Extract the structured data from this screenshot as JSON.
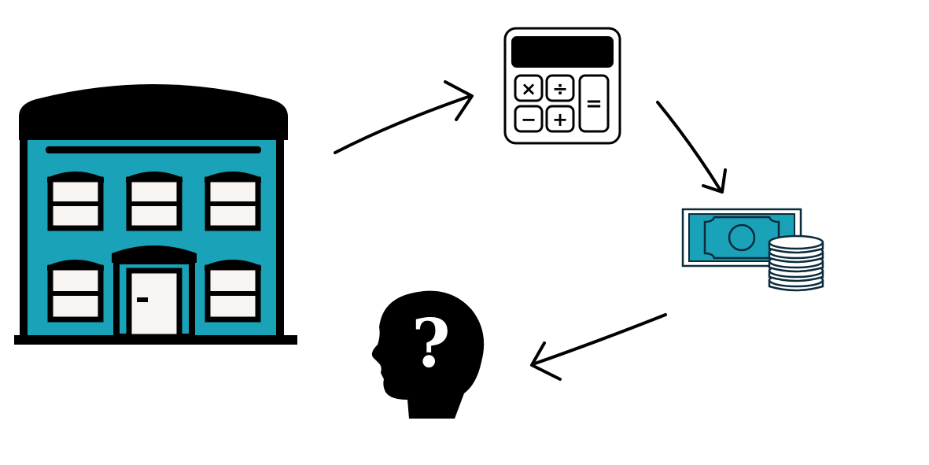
{
  "colors": {
    "outline": "#000000",
    "accent": "#1aa3b8",
    "window_fill": "#f7f4f2",
    "background": "#ffffff"
  },
  "calculator": {
    "keys": [
      "×",
      "÷",
      "−",
      "+",
      "="
    ]
  },
  "head": {
    "symbol": "?"
  },
  "icons": [
    "building-icon",
    "calculator-icon",
    "money-icon",
    "coins-icon",
    "thinking-head-icon"
  ],
  "arrows": [
    "building-to-calculator",
    "calculator-to-money",
    "money-to-head"
  ]
}
